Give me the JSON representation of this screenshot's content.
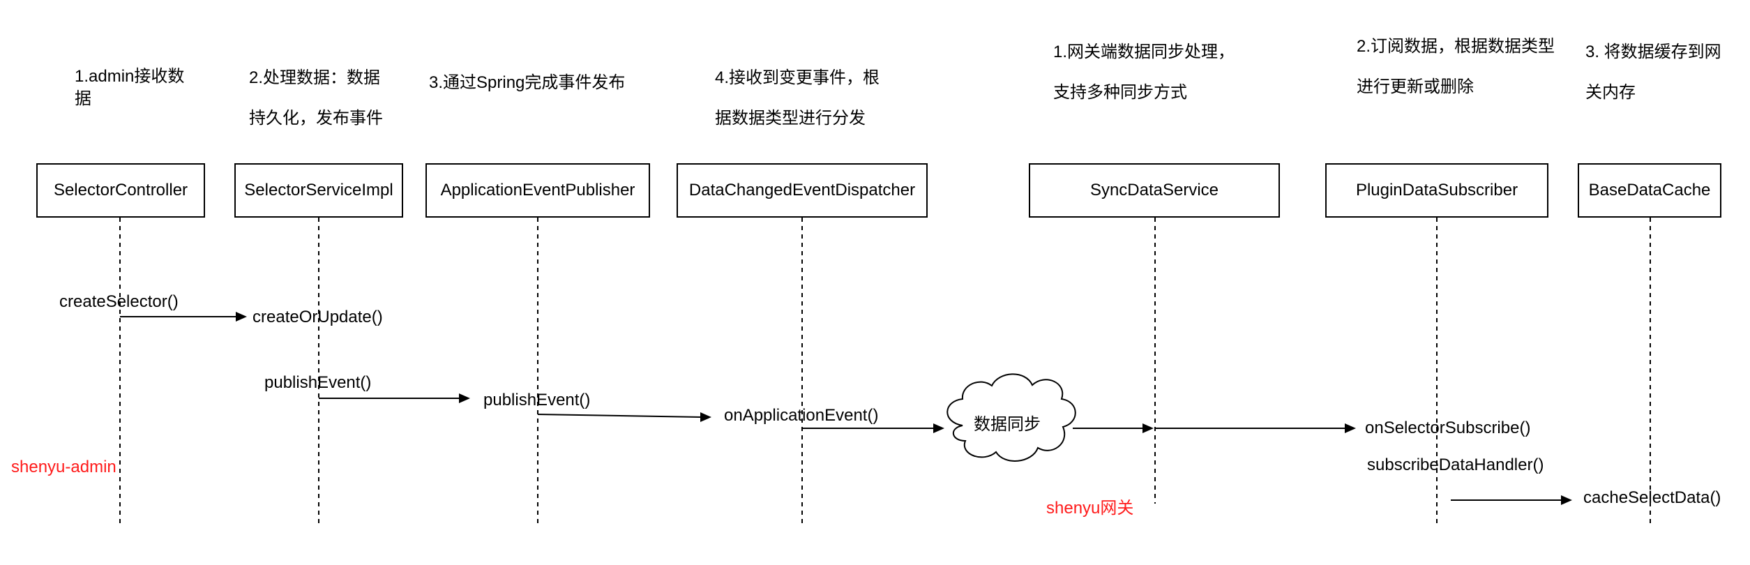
{
  "notes": {
    "admin_receive": [
      "1.admin接收数",
      "据"
    ],
    "process_data": [
      "2.处理数据：数据",
      "持久化，发布事件"
    ],
    "spring_publish": [
      "3.通过Spring完成事件发布"
    ],
    "dispatch": [
      "4.接收到变更事件，根",
      "据数据类型进行分发"
    ],
    "gateway_sync": [
      "1.网关端数据同步处理，",
      "支持多种同步方式"
    ],
    "subscribe": [
      "2.订阅数据，根据数据类型",
      "进行更新或删除"
    ],
    "cache": [
      "3. 将数据缓存到网",
      "关内存"
    ]
  },
  "participants": {
    "selector_controller": "SelectorController",
    "selector_service_impl": "SelectorServiceImpl",
    "application_event_publisher": "ApplicationEventPublisher",
    "data_changed_event_dispatcher": "DataChangedEventDispatcher",
    "sync_data_service": "SyncDataService",
    "plugin_data_subscriber": "PluginDataSubscriber",
    "base_data_cache": "BaseDataCache"
  },
  "messages": {
    "create_selector": "createSelector()",
    "create_or_update": "createOrUpdate()",
    "publish_event_1": "publishEvent()",
    "publish_event_2": "publishEvent()",
    "on_application_event": "onApplicationEvent()",
    "on_selector_subscribe": "onSelectorSubscribe()",
    "subscribe_data_handler": "subscribeDataHandler()",
    "cache_select_data": "cacheSelectData()"
  },
  "cloud_label": "数据同步",
  "zones": {
    "admin": "shenyu-admin",
    "gateway": "shenyu网关"
  },
  "colors": {
    "zone_label": "#ff1a1a",
    "line": "#000000"
  }
}
